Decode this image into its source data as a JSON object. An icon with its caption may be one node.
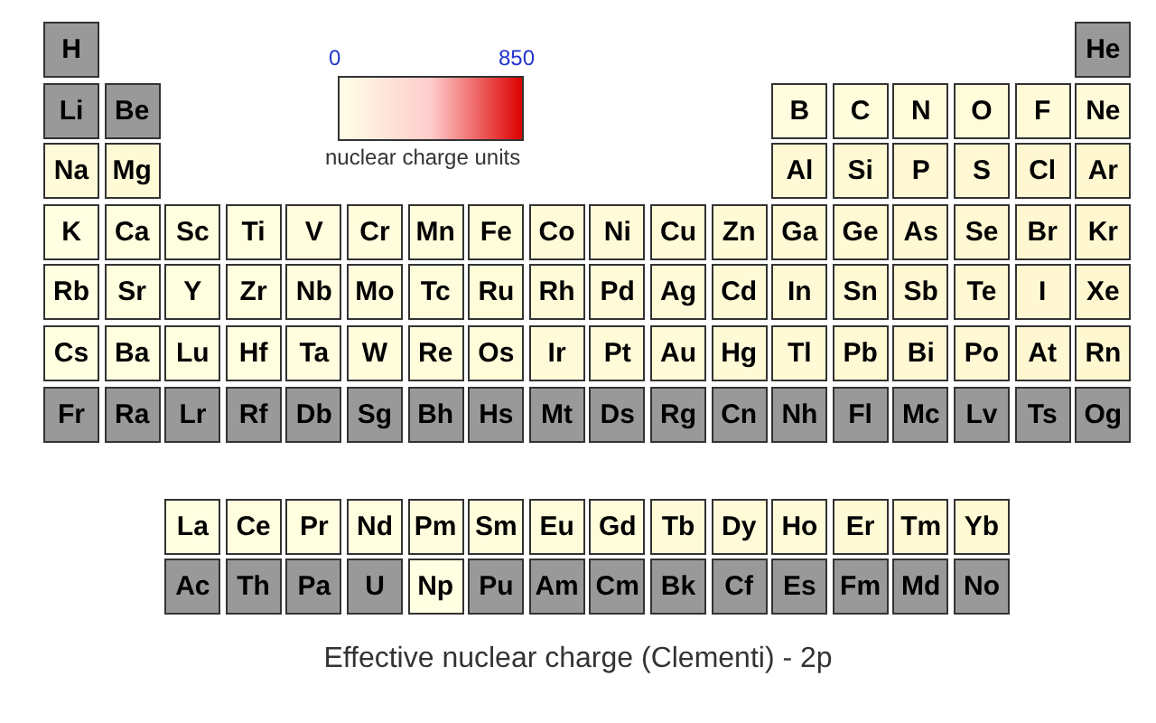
{
  "diagram": {
    "title": "Effective nuclear charge (Clementi) - 2p",
    "nodes": [
      {
        "text": [
          "H"
        ]
      },
      {
        "text": [
          "He"
        ]
      },
      {
        "text": [
          "Li"
        ]
      },
      {
        "text": [
          "Be"
        ]
      },
      {
        "text": [
          "B"
        ]
      },
      {
        "text": [
          "C"
        ]
      },
      {
        "text": [
          "N"
        ]
      },
      {
        "text": [
          "O"
        ]
      },
      {
        "text": [
          "F"
        ]
      },
      {
        "text": [
          "Ne"
        ]
      },
      {
        "text": [
          "Na"
        ]
      },
      {
        "text": [
          "Mg"
        ]
      },
      {
        "text": [
          "Al"
        ]
      },
      {
        "text": [
          "Si"
        ]
      },
      {
        "text": [
          "P"
        ]
      },
      {
        "text": [
          "S"
        ]
      },
      {
        "text": [
          "Cl"
        ]
      },
      {
        "text": [
          "Ar"
        ]
      },
      {
        "text": [
          "K"
        ]
      },
      {
        "text": [
          "Ca"
        ]
      },
      {
        "text": [
          "Sc"
        ]
      },
      {
        "text": [
          "Ti"
        ]
      },
      {
        "text": [
          "V"
        ]
      },
      {
        "text": [
          "Cr"
        ]
      },
      {
        "text": [
          "Mn"
        ]
      },
      {
        "text": [
          "Fe"
        ]
      },
      {
        "text": [
          "Co"
        ]
      },
      {
        "text": [
          "Ni"
        ]
      },
      {
        "text": [
          "Cu"
        ]
      },
      {
        "text": [
          "Zn"
        ]
      },
      {
        "text": [
          "Ga"
        ]
      },
      {
        "text": [
          "Ge"
        ]
      },
      {
        "text": [
          "As"
        ]
      },
      {
        "text": [
          "Se"
        ]
      },
      {
        "text": [
          "Br"
        ]
      },
      {
        "text": [
          "Kr"
        ]
      },
      {
        "text": [
          "Rb"
        ]
      },
      {
        "text": [
          "Sr"
        ]
      },
      {
        "text": [
          "Y"
        ]
      },
      {
        "text": [
          "Zr"
        ]
      },
      {
        "text": [
          "Nb"
        ]
      },
      {
        "text": [
          "Mo"
        ]
      },
      {
        "text": [
          "Tc"
        ]
      },
      {
        "text": [
          "Ru"
        ]
      },
      {
        "text": [
          "Rh"
        ]
      },
      {
        "text": [
          "Pd"
        ]
      },
      {
        "text": [
          "Ag"
        ]
      },
      {
        "text": [
          "Cd"
        ]
      },
      {
        "text": [
          "In"
        ]
      },
      {
        "text": [
          "Sn"
        ]
      },
      {
        "text": [
          "Sb"
        ]
      },
      {
        "text": [
          "Te"
        ]
      },
      {
        "text": [
          "I"
        ]
      },
      {
        "text": [
          "Xe"
        ]
      },
      {
        "text": [
          "Cs"
        ]
      },
      {
        "text": [
          "Ba"
        ]
      },
      {
        "text": [
          "Lu"
        ]
      },
      {
        "text": [
          "Hf"
        ]
      },
      {
        "text": [
          "Ta"
        ]
      },
      {
        "text": [
          "W"
        ]
      },
      {
        "text": [
          "Re"
        ]
      },
      {
        "text": [
          "Os"
        ]
      },
      {
        "text": [
          "Ir"
        ]
      },
      {
        "text": [
          "Pt"
        ]
      },
      {
        "text": [
          "Au"
        ]
      },
      {
        "text": [
          "Hg"
        ]
      },
      {
        "text": [
          "Tl"
        ]
      },
      {
        "text": [
          "Pb"
        ]
      },
      {
        "text": [
          "Bi"
        ]
      },
      {
        "text": [
          "Po"
        ]
      },
      {
        "text": [
          "At"
        ]
      },
      {
        "text": [
          "Rn"
        ]
      },
      {
        "text": [
          "Fr"
        ]
      },
      {
        "text": [
          "Ra"
        ]
      },
      {
        "text": [
          "Lr"
        ]
      },
      {
        "text": [
          "Rf"
        ]
      },
      {
        "text": [
          "Db"
        ]
      },
      {
        "text": [
          "Sg"
        ]
      },
      {
        "text": [
          "Bh"
        ]
      },
      {
        "text": [
          "Hs"
        ]
      },
      {
        "text": [
          "Mt"
        ]
      },
      {
        "text": [
          "Ds"
        ]
      },
      {
        "text": [
          "Rg"
        ]
      },
      {
        "text": [
          "Cn"
        ]
      },
      {
        "text": [
          "Nh"
        ]
      },
      {
        "text": [
          "Fl"
        ]
      },
      {
        "text": [
          "Mc"
        ]
      },
      {
        "text": [
          "Lv"
        ]
      },
      {
        "text": [
          "Ts"
        ]
      },
      {
        "text": [
          "Og"
        ]
      },
      {
        "text": [
          "La"
        ]
      },
      {
        "text": [
          "Ce"
        ]
      },
      {
        "text": [
          "Pr"
        ]
      },
      {
        "text": [
          "Nd"
        ]
      },
      {
        "text": [
          "Pm"
        ]
      },
      {
        "text": [
          "Sm"
        ]
      },
      {
        "text": [
          "Eu"
        ]
      },
      {
        "text": [
          "Gd"
        ]
      },
      {
        "text": [
          "Tb"
        ]
      },
      {
        "text": [
          "Dy"
        ]
      },
      {
        "text": [
          "Ho"
        ]
      },
      {
        "text": [
          "Er"
        ]
      },
      {
        "text": [
          "Tm"
        ]
      },
      {
        "text": [
          "Yb"
        ]
      },
      {
        "text": [
          "Ac"
        ]
      },
      {
        "text": [
          "Th"
        ]
      },
      {
        "text": [
          "Pa"
        ]
      },
      {
        "text": [
          "U"
        ]
      },
      {
        "text": [
          "Np"
        ]
      },
      {
        "text": [
          "Pu"
        ]
      },
      {
        "text": [
          "Am"
        ]
      },
      {
        "text": [
          "Cm"
        ]
      },
      {
        "text": [
          "Bk"
        ]
      },
      {
        "text": [
          "Cf"
        ]
      },
      {
        "text": [
          "Es"
        ]
      },
      {
        "text": [
          "Fm"
        ]
      },
      {
        "text": [
          "Md"
        ]
      },
      {
        "text": [
          "No"
        ]
      }
    ],
    "labels": [
      "0",
      "850",
      "nuclear charge units"
    ]
  }
}
